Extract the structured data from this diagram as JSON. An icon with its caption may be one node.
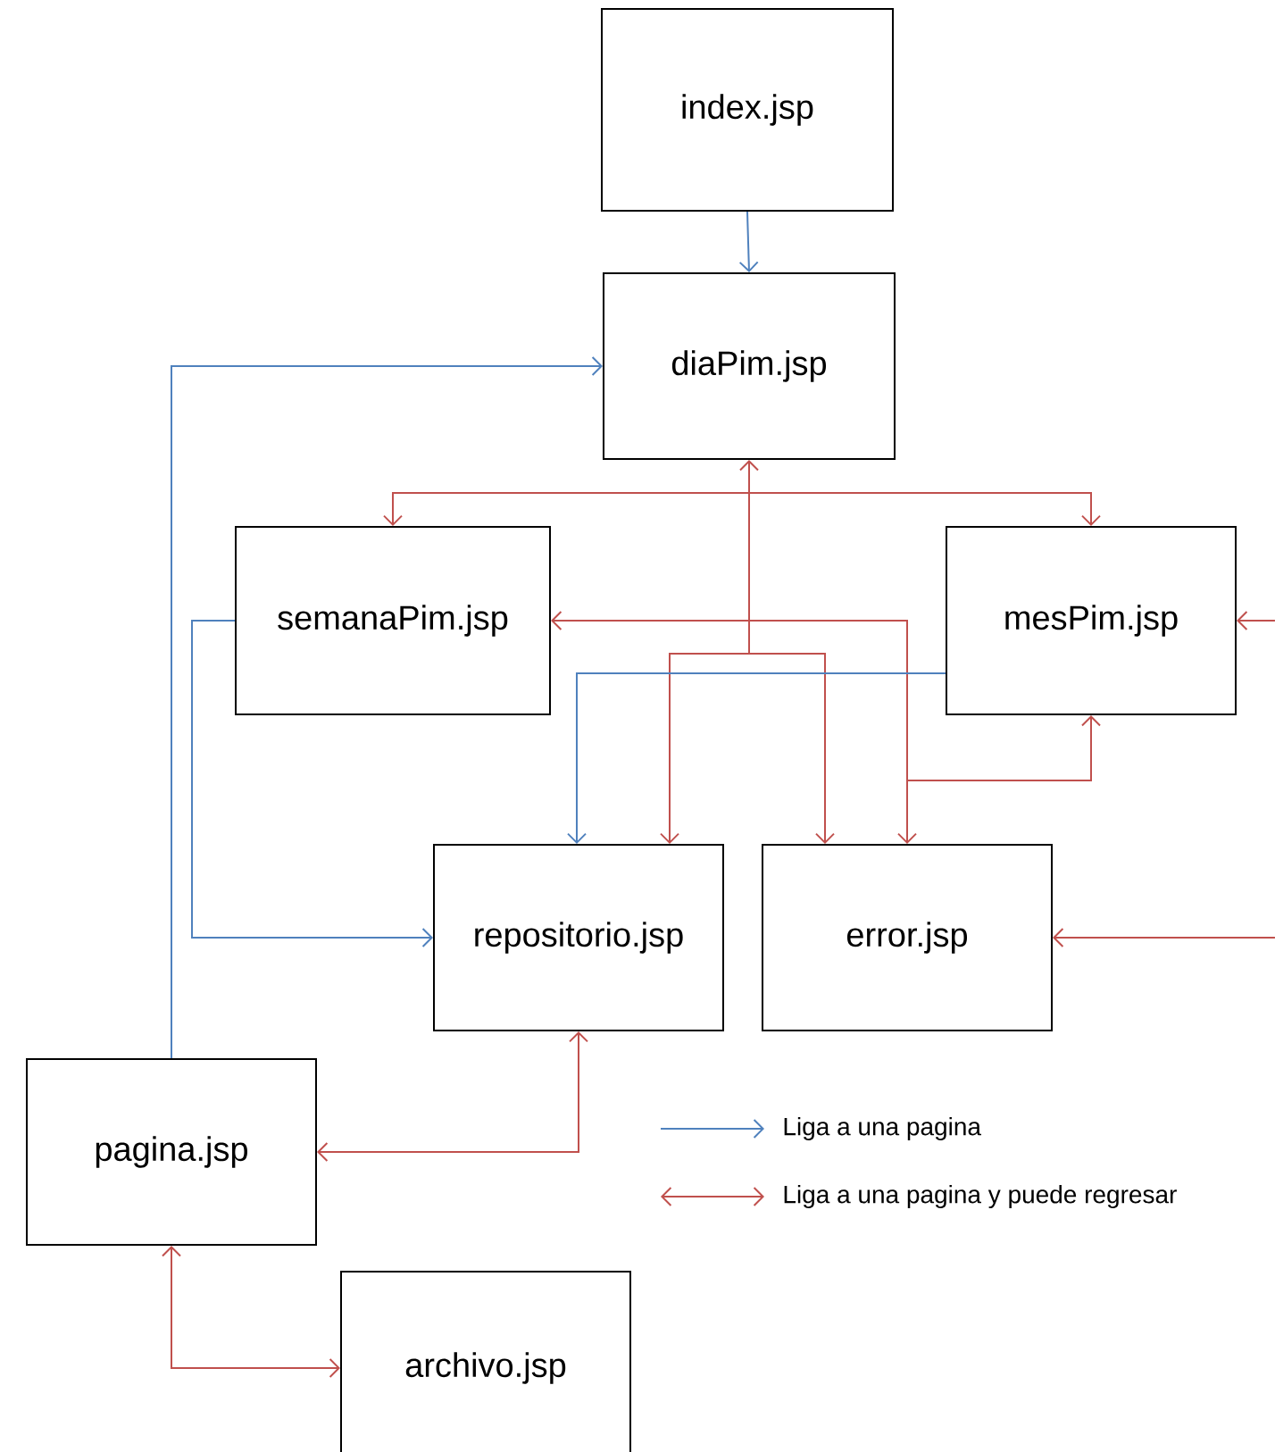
{
  "diagram": {
    "nodes": [
      {
        "text": [
          "index.jsp"
        ]
      },
      {
        "text": [
          "diaPim.jsp"
        ]
      },
      {
        "text": [
          "semanaPim.jsp"
        ]
      },
      {
        "text": [
          "mesPim.jsp"
        ]
      },
      {
        "text": [
          "repositorio.jsp"
        ]
      },
      {
        "text": [
          "error.jsp"
        ]
      },
      {
        "text": [
          "pagina.jsp"
        ]
      },
      {
        "text": [
          "archivo.jsp"
        ]
      }
    ],
    "edges": [
      {
        "from": 0,
        "to": 1,
        "arrow": "to",
        "color": "#4f81bd"
      },
      {
        "from": 6,
        "to": 1,
        "arrow": "to",
        "color": "#4f81bd"
      },
      {
        "from": 1,
        "to": 2,
        "arrow": "both"
      },
      {
        "from": 1,
        "to": 3,
        "arrow": "both"
      },
      {
        "from": 1,
        "to": 4,
        "arrow": "both"
      },
      {
        "from": 1,
        "to": 5,
        "arrow": "both"
      },
      {
        "from": 5,
        "to": 2,
        "arrow": "both"
      },
      {
        "from": 5,
        "to": 3,
        "arrow": "both"
      },
      {
        "from": null,
        "to": 3,
        "arrow": "to"
      },
      {
        "from": null,
        "to": 5,
        "arrow": "to"
      },
      {
        "from": 4,
        "to": 6,
        "arrow": "both"
      },
      {
        "from": 6,
        "to": 7,
        "arrow": "both"
      },
      {
        "from": 2,
        "to": 4,
        "arrow": "to",
        "color": "#4f81bd"
      },
      {
        "from": 3,
        "to": 4,
        "arrow": "to",
        "color": "#4f81bd"
      }
    ],
    "legend": [
      {
        "text": "Liga a una pagina"
      },
      {
        "text": "Liga a una pagina y puede regresar"
      }
    ]
  }
}
